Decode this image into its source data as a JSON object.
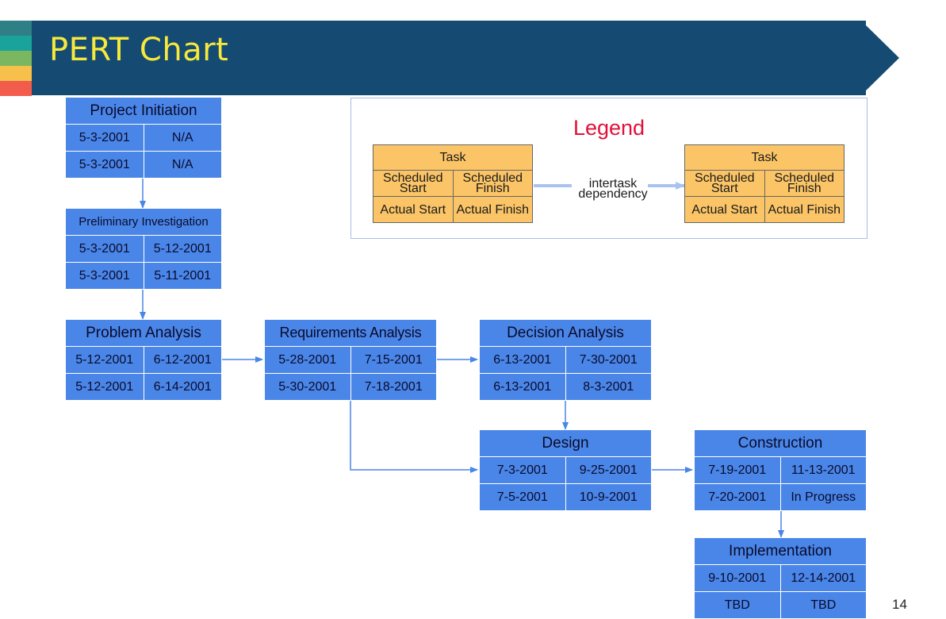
{
  "header": {
    "title": "PERT Chart",
    "stripe_colors": [
      "#2a9d8f",
      "#16a085",
      "#7bb661",
      "#f4c04e",
      "#f25c4d"
    ],
    "banner_color": "#154b72",
    "title_color": "#f6e93c"
  },
  "tasks": {
    "project_initiation": {
      "name": "Project Initiation",
      "sched_start": "5-3-2001",
      "sched_finish": "N/A",
      "actual_start": "5-3-2001",
      "actual_finish": "N/A"
    },
    "preliminary_investigation": {
      "name": "Preliminary Investigation",
      "sched_start": "5-3-2001",
      "sched_finish": "5-12-2001",
      "actual_start": "5-3-2001",
      "actual_finish": "5-11-2001"
    },
    "problem_analysis": {
      "name": "Problem Analysis",
      "sched_start": "5-12-2001",
      "sched_finish": "6-12-2001",
      "actual_start": "5-12-2001",
      "actual_finish": "6-14-2001"
    },
    "requirements_analysis": {
      "name": "Requirements Analysis",
      "sched_start": "5-28-2001",
      "sched_finish": "7-15-2001",
      "actual_start": "5-30-2001",
      "actual_finish": "7-18-2001"
    },
    "decision_analysis": {
      "name": "Decision Analysis",
      "sched_start": "6-13-2001",
      "sched_finish": "7-30-2001",
      "actual_start": "6-13-2001",
      "actual_finish": "8-3-2001"
    },
    "design": {
      "name": "Design",
      "sched_start": "7-3-2001",
      "sched_finish": "9-25-2001",
      "actual_start": "7-5-2001",
      "actual_finish": "10-9-2001"
    },
    "construction": {
      "name": "Construction",
      "sched_start": "7-19-2001",
      "sched_finish": "11-13-2001",
      "actual_start": "7-20-2001",
      "actual_finish": "In Progress"
    },
    "implementation": {
      "name": "Implementation",
      "sched_start": "9-10-2001",
      "sched_finish": "12-14-2001",
      "actual_start": "TBD",
      "actual_finish": "TBD"
    }
  },
  "legend": {
    "title": "Legend",
    "task_label": "Task",
    "scheduled_start": "Scheduled Start",
    "scheduled_finish": "Scheduled Finish",
    "actual_start": "Actual Start",
    "actual_finish": "Actual Finish",
    "dependency_label": "intertask dependency",
    "box_color": "#fbc567",
    "title_color": "#e0103a"
  },
  "page_number": "14"
}
